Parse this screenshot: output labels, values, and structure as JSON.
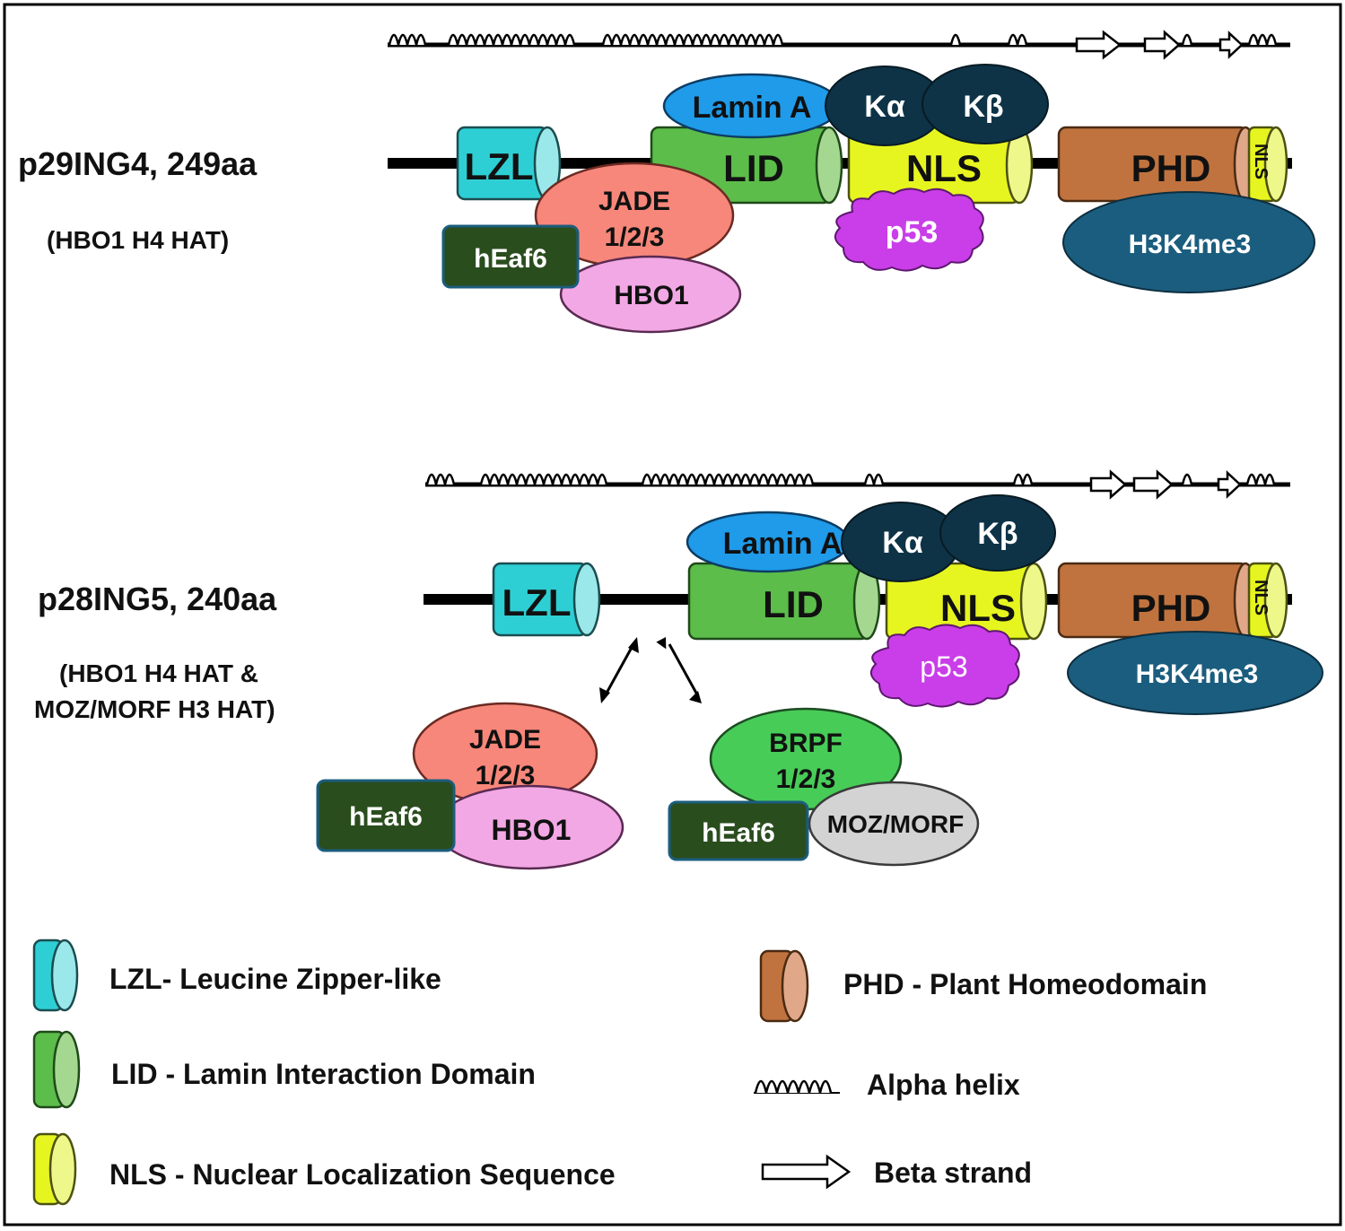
{
  "panels": [
    {
      "protein_label": "p29ING4, 249aa",
      "complex_label_lines": [
        "(HBO1 H4 HAT)"
      ],
      "domains": {
        "lzl": "LZL",
        "lid": "LID",
        "nls": "NLS",
        "phd": "PHD",
        "phd_nls": "NLS"
      },
      "binding_partners": {
        "lamin_a": "Lamin A",
        "k_alpha": "Kα",
        "k_beta": "Kβ",
        "p53": "p53",
        "h3k4me3": "H3K4me3"
      },
      "complexes": [
        {
          "jade_lines": [
            "JADE",
            "1/2/3"
          ],
          "heaf6": "hEaf6",
          "hat": "HBO1"
        }
      ]
    },
    {
      "protein_label": "p28ING5, 240aa",
      "complex_label_lines": [
        "(HBO1 H4 HAT &",
        "MOZ/MORF H3 HAT)"
      ],
      "domains": {
        "lzl": "LZL",
        "lid": "LID",
        "nls": "NLS",
        "phd": "PHD",
        "phd_nls": "NLS"
      },
      "binding_partners": {
        "lamin_a": "Lamin A",
        "k_alpha": "Kα",
        "k_beta": "Kβ",
        "p53": "p53",
        "h3k4me3": "H3K4me3"
      },
      "complexes": [
        {
          "jade_lines": [
            "JADE",
            "1/2/3"
          ],
          "heaf6": "hEaf6",
          "hat": "HBO1"
        },
        {
          "jade_lines": [
            "BRPF",
            "1/2/3"
          ],
          "heaf6": "hEaf6",
          "hat": "MOZ/MORF"
        }
      ]
    }
  ],
  "legend": {
    "lzl": "LZL- Leucine Zipper-like",
    "lid": "LID - Lamin Interaction Domain",
    "nls": "NLS - Nuclear Localization Sequence",
    "phd": "PHD - Plant Homeodomain",
    "alpha_helix": "Alpha helix",
    "beta_strand": "Beta strand"
  },
  "colors": {
    "lzl": "#2ecfd4",
    "lid": "#5cbd4a",
    "nls": "#e6f51f",
    "phd": "#c0733e",
    "lamin_a": "#1f9bea",
    "karyopherin": "#0e3347",
    "p53": "#c93ee8",
    "h3k4me3": "#1b5d7e",
    "jade": "#f7877a",
    "brpf": "#48cc58",
    "heaf6": "#2a4d1e",
    "hbo1": "#f2a8e4",
    "moz_morf": "#d3d3d3"
  }
}
